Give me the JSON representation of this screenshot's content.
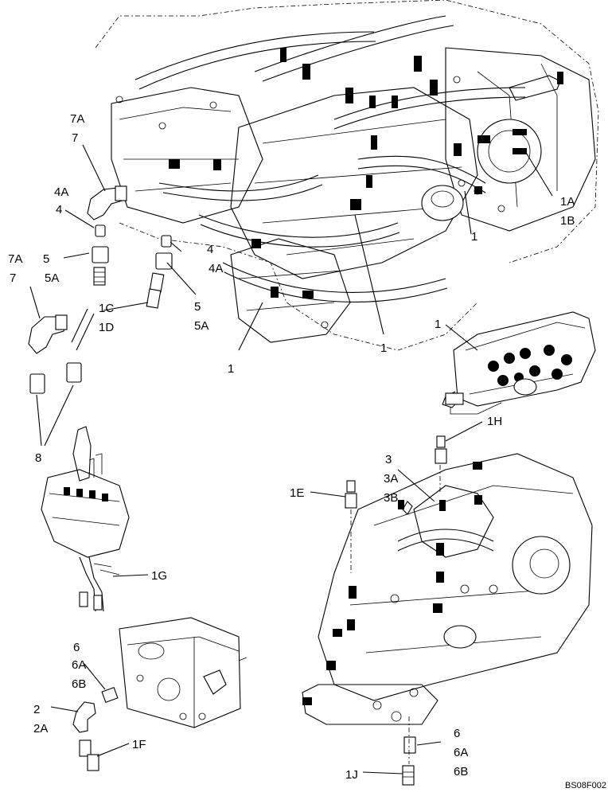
{
  "labels": {
    "l7A_top": "7A",
    "l7_top": "7",
    "l4A_left": "4A",
    "l4_left": "4",
    "l5_left": "5",
    "l5A_left": "5A",
    "l7A_mid": "7A",
    "l7_mid": "7",
    "l1C": "1C",
    "l1D": "1D",
    "l4_right": "4",
    "l4A_right": "4A",
    "l5_right": "5",
    "l5A_right": "5A",
    "l1_a": "1",
    "l1_b": "1",
    "l1_c": "1",
    "l1_d": "1",
    "l1A": "1A",
    "l1B": "1B",
    "l8": "8",
    "l1H": "1H",
    "l3": "3",
    "l3A": "3A",
    "l3B": "3B",
    "l1E": "1E",
    "l1G": "1G",
    "l6_left": "6",
    "l6A_left": "6A",
    "l6B_left": "6B",
    "l2": "2",
    "l2A": "2A",
    "l1F": "1F",
    "l6_right": "6",
    "l6A_right": "6A",
    "l6B_right": "6B",
    "l1J": "1J"
  },
  "drawing_code": "BS08F002"
}
